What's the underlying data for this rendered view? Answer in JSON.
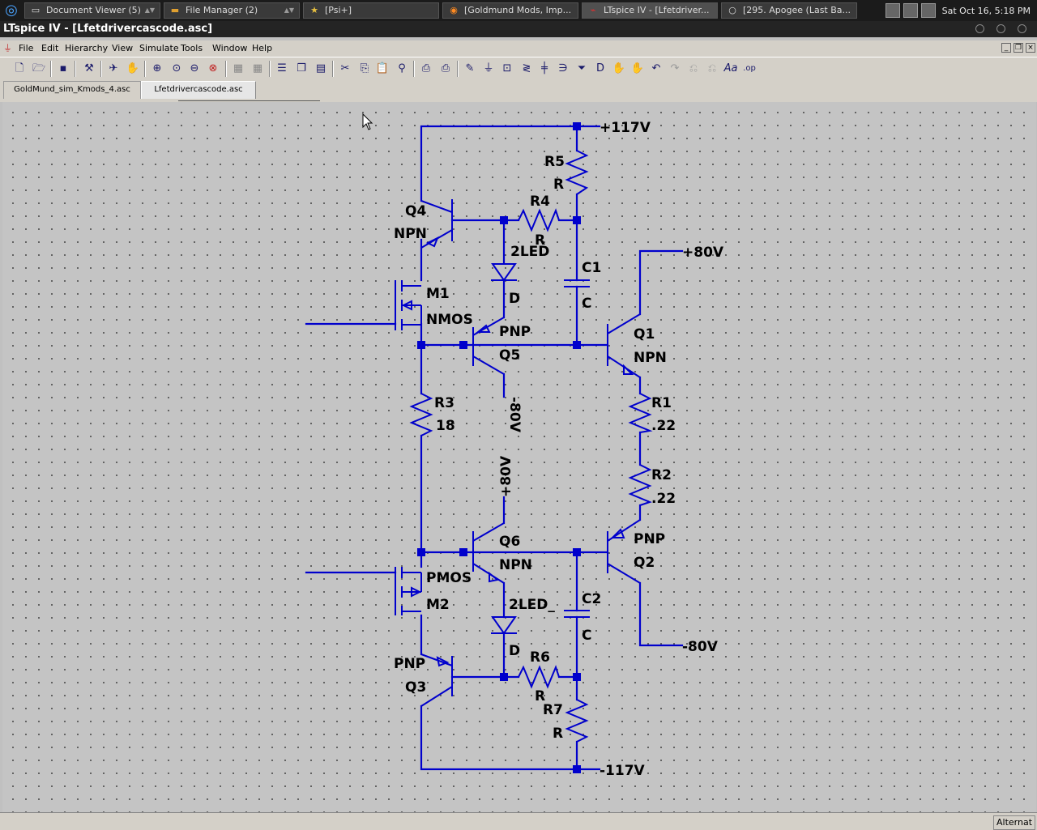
{
  "taskbar": {
    "tasks": [
      {
        "label": "Document Viewer (5)",
        "icon": "document-icon"
      },
      {
        "label": "File Manager (2)",
        "icon": "folder-icon"
      },
      {
        "label": "[Psi+]",
        "icon": "star-icon"
      },
      {
        "label": "[Goldmund Mods, Imp...",
        "icon": "firefox-icon"
      },
      {
        "label": "LTspice IV - [Lfetdriver...",
        "icon": "ltspice-icon"
      },
      {
        "label": "[295. Apogee (Last Ba...",
        "icon": "circle-icon"
      }
    ],
    "clock": "Sat Oct 16,  5:18 PM"
  },
  "window": {
    "title": "LTspice IV - [Lfetdrivercascode.asc]"
  },
  "menu": [
    "File",
    "Edit",
    "Hierarchy",
    "View",
    "Simulate",
    "Tools",
    "Window",
    "Help"
  ],
  "tabs": [
    {
      "label": "GoldMund_sim_Kmods_4.asc",
      "selected": false
    },
    {
      "label": "Lfetdrivercascode.asc",
      "selected": true
    }
  ],
  "status": {
    "text": "Alternat"
  },
  "schematic": {
    "labels": {
      "v117p": "+117V",
      "v117n": "-117V",
      "v80p_right": "+80V",
      "v80n_right": "-80V",
      "v80n_q5": "-80V",
      "v80p_q6": "+80V",
      "r5": "R5",
      "r5v": "R",
      "r4": "R4",
      "r4v": "R",
      "q4": "Q4",
      "q4t": "NPN",
      "d_top": "2LED",
      "d_top_v": "D",
      "c1": "C1",
      "c1v": "C",
      "m1": "M1",
      "m1t": "NMOS",
      "q5t": "PNP",
      "q5": "Q5",
      "q1": "Q1",
      "q1t": "NPN",
      "r3": "R3",
      "r3v": "18",
      "r1": "R1",
      "r1v": ".22",
      "r2": "R2",
      "r2v": ".22",
      "q6": "Q6",
      "q6t": "NPN",
      "q2t": "PNP",
      "q2": "Q2",
      "m2t": "PMOS",
      "m2": "M2",
      "d_bot": "2LED_",
      "d_bot_v": "D",
      "c2": "C2",
      "c2v": "C",
      "q3t": "PNP",
      "q3": "Q3",
      "r6": "R6",
      "r6v": "R",
      "r7": "R7",
      "r7v": "R"
    }
  },
  "colors": {
    "wire": "#0000cc",
    "canvas": "#c4c4c4",
    "titlebar": "#242424"
  }
}
